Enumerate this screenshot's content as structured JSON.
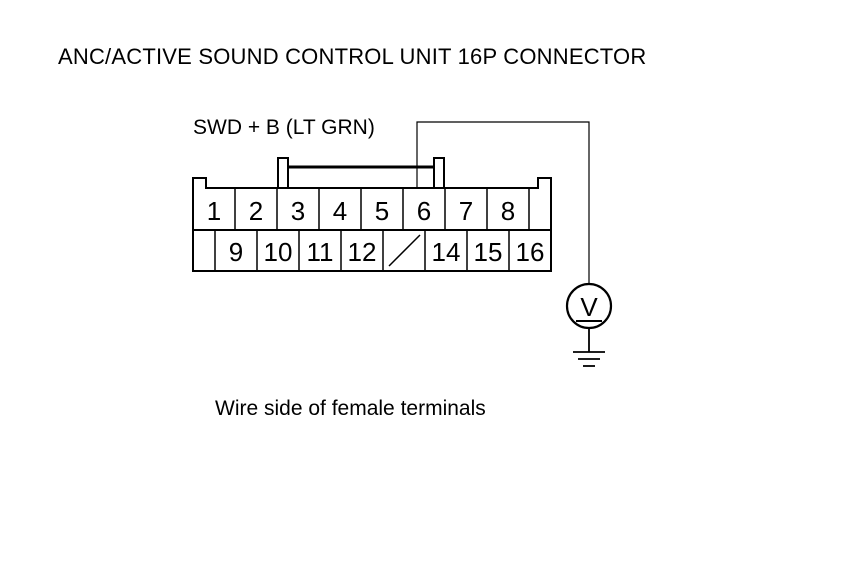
{
  "title": "ANC/ACTIVE SOUND CONTROL UNIT 16P CONNECTOR",
  "wire_label": "SWD + B (LT GRN)",
  "caption": "Wire side of female terminals",
  "meter_symbol": "V",
  "connector": {
    "top_row": [
      "1",
      "2",
      "3",
      "4",
      "5",
      "6",
      "7",
      "8"
    ],
    "bottom_row": [
      "9",
      "10",
      "11",
      "12",
      "14",
      "15",
      "16"
    ]
  }
}
